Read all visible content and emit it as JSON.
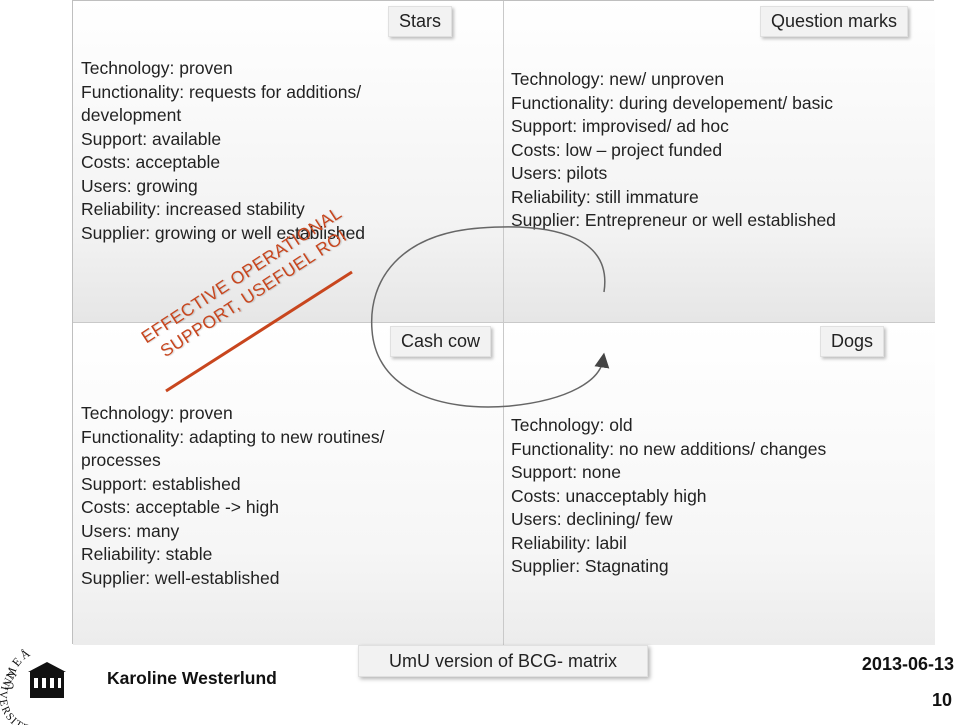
{
  "matrix": {
    "stars": {
      "label": "Stars",
      "lines": [
        "Technology: proven",
        "Functionality: requests for additions/",
        "development",
        "Support: available",
        "Costs: acceptable",
        "Users: growing",
        "Reliability: increased stability",
        "Supplier: growing or well established"
      ]
    },
    "question_marks": {
      "label": "Question marks",
      "lines": [
        "Technology: new/ unproven",
        "Functionality: during developement/ basic",
        "Support: improvised/ ad hoc",
        "Costs: low – project funded",
        "Users: pilots",
        "Reliability: still immature",
        "Supplier: Entrepreneur or well established"
      ]
    },
    "cash_cow": {
      "label": "Cash cow",
      "lines": [
        "Technology: proven",
        "Functionality: adapting to new routines/",
        "processes",
        "Support: established",
        "Costs: acceptable -> high",
        "Users: many",
        "Reliability: stable",
        "Supplier: well-established"
      ]
    },
    "dogs": {
      "label": "Dogs",
      "lines": [
        "Technology: old",
        "Functionality: no new additions/ changes",
        "Support: none",
        "Costs: unacceptably high",
        "Users: declining/ few",
        "Reliability: labil",
        "Supplier: Stagnating"
      ]
    },
    "diagonal": {
      "line1": "EFFECTIVE OPERATIONAL",
      "line2": "SUPPORT, USEFUEL ROI",
      "color": "#c8461e"
    }
  },
  "footer": {
    "logo_top": "UMEÅ",
    "logo_side": "UNIVERSITET",
    "author": "Karoline Westerlund",
    "title": "UmU version of BCG- matrix",
    "date": "2013-06-13",
    "page": "10"
  },
  "icons": {
    "cycle_arrow": "cycle-arrow-icon",
    "logo": "university-seal-icon"
  }
}
